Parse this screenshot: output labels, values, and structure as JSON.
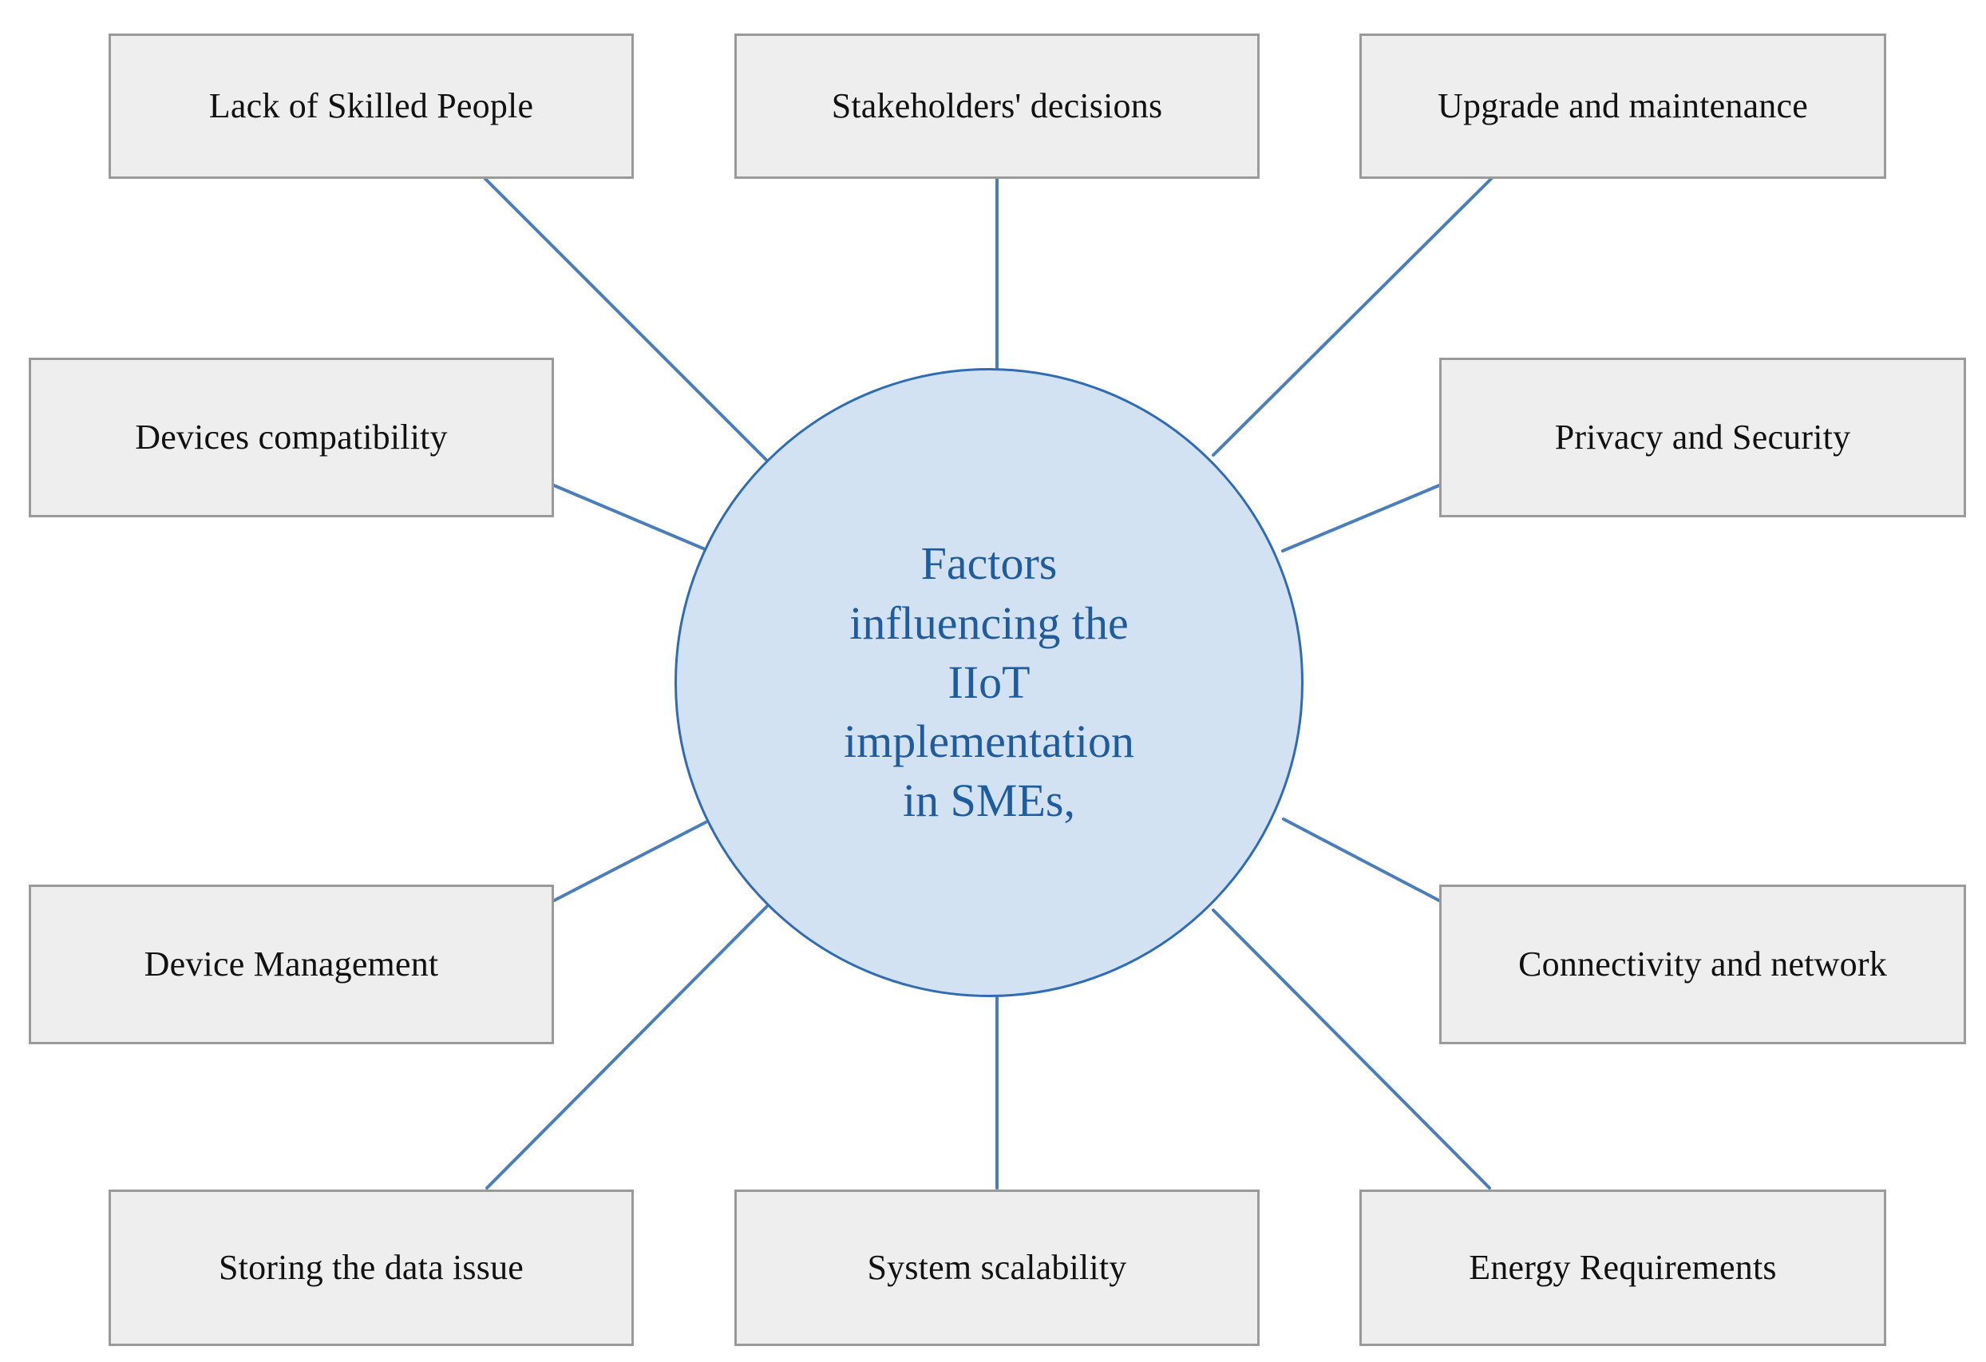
{
  "diagram": {
    "type": "hub-and-spoke",
    "center": {
      "label": "Factors influencing the IIoT implementation in SMEs,",
      "label_wrapped": "Factors\ninfluencing the\nIIoT\nimplementation\nin SMEs,",
      "fill_color": "#d3e2f2",
      "stroke_color": "#2f6cb5",
      "text_color": "#1f5c9e"
    },
    "connector_color": "#4a7ebb",
    "node_style": {
      "fill_color": "#eeeeee",
      "stroke_color": "#9a9a9a",
      "text_color": "#111111"
    },
    "nodes": [
      {
        "id": "lack-of-skilled-people",
        "label": "Lack of Skilled People",
        "position": "top-left"
      },
      {
        "id": "stakeholders-decisions",
        "label": "Stakeholders' decisions",
        "position": "top-center"
      },
      {
        "id": "upgrade-and-maintenance",
        "label": "Upgrade and maintenance",
        "position": "top-right"
      },
      {
        "id": "devices-compatibility",
        "label": "Devices compatibility",
        "position": "middle-left"
      },
      {
        "id": "privacy-and-security",
        "label": "Privacy and Security",
        "position": "middle-right"
      },
      {
        "id": "device-management",
        "label": "Device Management",
        "position": "lower-left"
      },
      {
        "id": "connectivity-and-network",
        "label": "Connectivity and network",
        "position": "lower-right"
      },
      {
        "id": "storing-the-data-issue",
        "label": "Storing the data issue",
        "position": "bottom-left"
      },
      {
        "id": "system-scalability",
        "label": "System scalability",
        "position": "bottom-center"
      },
      {
        "id": "energy-requirements",
        "label": "Energy Requirements",
        "position": "bottom-right"
      }
    ]
  }
}
